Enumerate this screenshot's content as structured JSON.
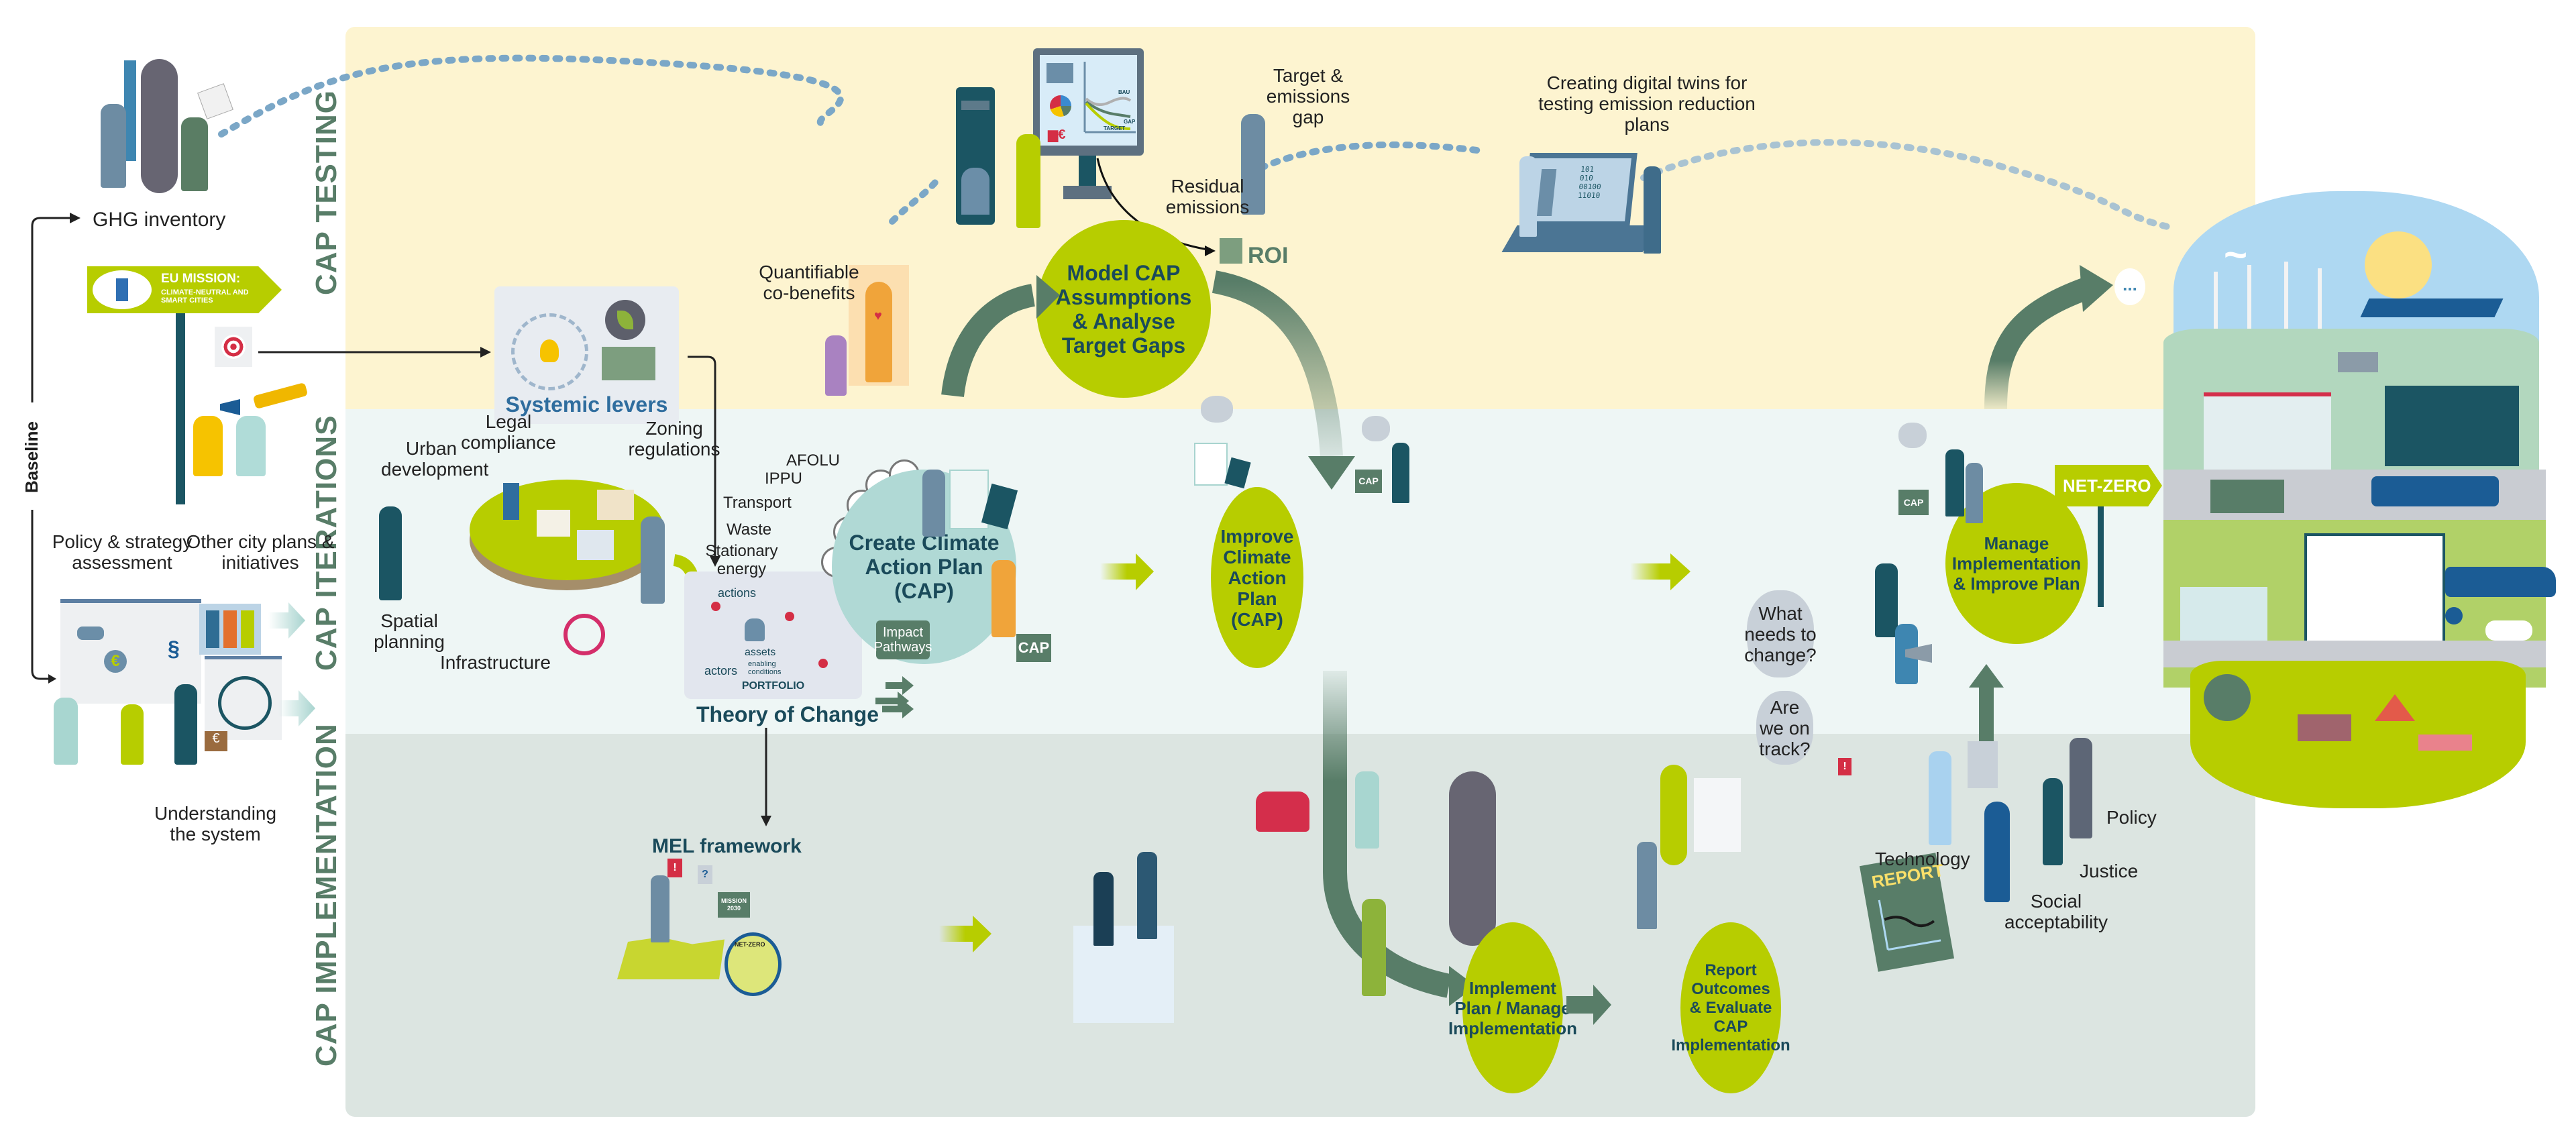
{
  "bands": {
    "testing": "CAP TESTING",
    "iterations": "CAP ITERATIONS",
    "implementation": "CAP IMPLEMENTATION"
  },
  "left": {
    "baseline": "Baseline",
    "ghg_inventory": "GHG inventory",
    "eu_mission_title": "EU MISSION:",
    "eu_mission_sub": "CLIMATE-NEUTRAL AND SMART CITIES",
    "policy_assessment": "Policy & strategy assessment",
    "other_plans": "Other city plans & initiatives",
    "understanding": "Understanding the system"
  },
  "testing": {
    "quantifiable_cobenefits": "Quantifiable co-benefits",
    "model_step": "Model CAP\nAssumptions\n& Analyse\nTarget Gaps",
    "target_gap": "Target & emissions gap",
    "residual": "Residual emissions",
    "roi": "ROI",
    "digital_twins": "Creating digital twins for testing emission reduction plans",
    "chart_labels": {
      "bau": "BAU",
      "gap": "GAP",
      "target": "TARGET"
    },
    "ellipsis": "..."
  },
  "iterations": {
    "systemic_levers": "Systemic levers",
    "levers": [
      "Legal compliance",
      "Zoning regulations",
      "Urban development",
      "Spatial planning",
      "Infrastructure"
    ],
    "sectors": [
      "AFOLU",
      "IPPU",
      "Transport",
      "Waste",
      "Stationary energy"
    ],
    "create_step": "Create Climate\nAction Plan\n(CAP)",
    "impact_pathways": "Impact Pathways",
    "cap_box": "CAP",
    "portfolio": {
      "actions": "actions",
      "assets": "assets",
      "enabling": "enabling conditions",
      "actors": "actors",
      "title": "PORTFOLIO"
    },
    "theory_of_change": "Theory of Change",
    "improve_step": "Improve\nClimate\nAction Plan\n(CAP)",
    "manage_step": "Manage\nImplementation\n& Improve Plan",
    "net_zero": "NET-ZERO",
    "question_change": "What needs to change?",
    "question_track": "Are we on track?"
  },
  "implementation": {
    "mel_framework": "MEL framework",
    "mission_flag": "MISSION 2030",
    "compass": "NET-ZERO",
    "implement_step": "Implement\nPlan / Manage\nImplementation",
    "report_step": "Report\nOutcomes\n& Evaluate CAP\nImplementation",
    "report_book": "REPORT",
    "factors": [
      "Technology",
      "Policy",
      "Justice",
      "Social acceptability"
    ]
  },
  "colors": {
    "lime": "#b7cd00",
    "dark_green": "#587d68",
    "navy_text": "#1a4a5a",
    "testing_bg": "#fdf4d0",
    "iterations_bg": "#eef6f5",
    "implementation_bg": "#dce5e1",
    "sky": "#aed8f2"
  }
}
